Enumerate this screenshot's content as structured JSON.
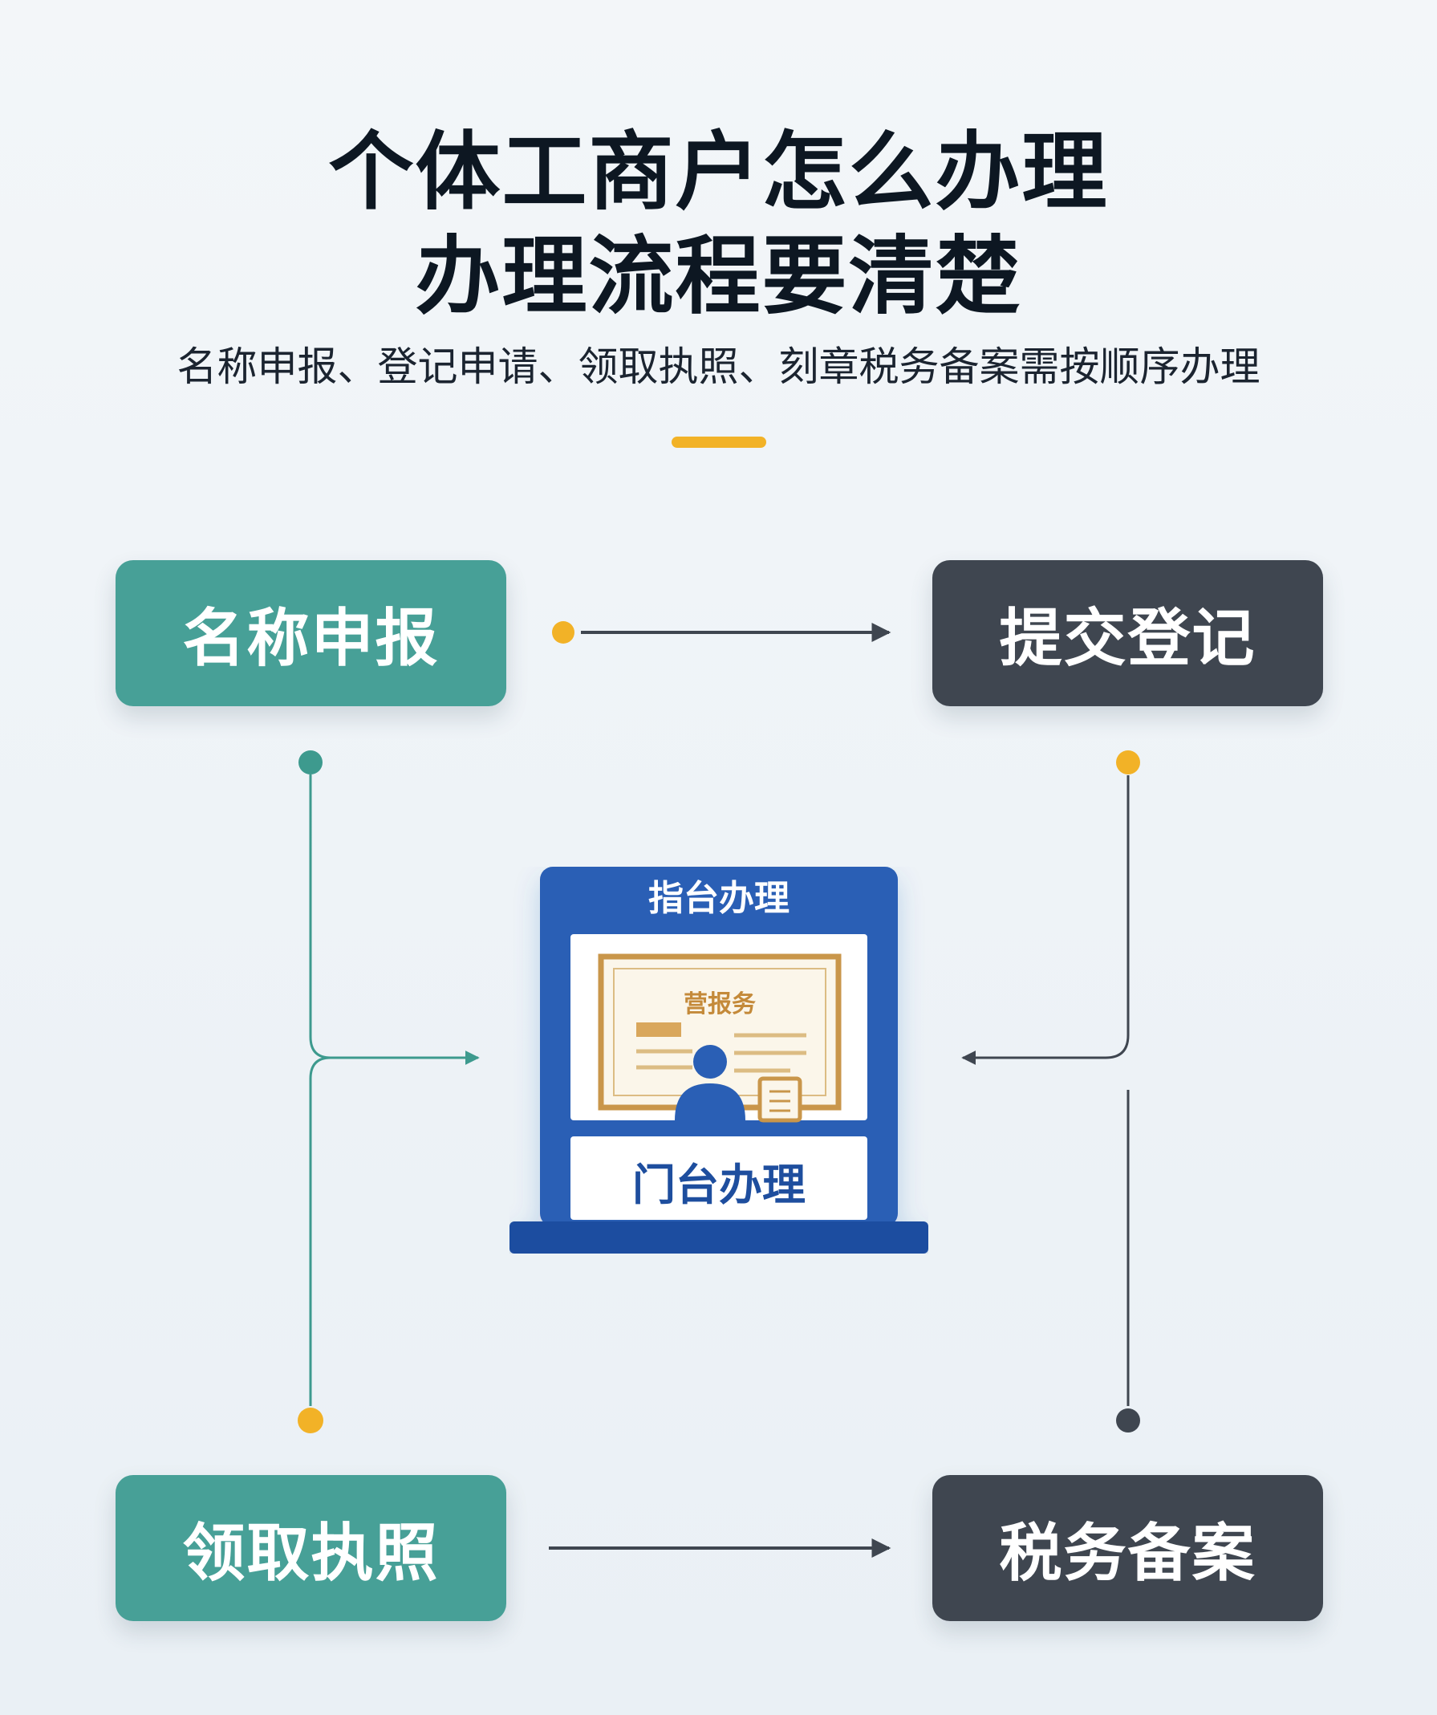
{
  "header": {
    "title_line_1": "个体工商户怎么办理",
    "title_line_2": "办理流程要清楚",
    "subtitle": "名称申报、登记申请、领取执照、刻章税务备案需按顺序办理"
  },
  "steps": {
    "name_report": "名称申报",
    "submit_registration": "提交登记",
    "collect_license": "领取执照",
    "tax_filing": "税务备案"
  },
  "counter": {
    "top_label": "指台办理",
    "certificate_heading": "营报务",
    "bottom_label": "门台办理"
  },
  "colors": {
    "teal": "#47a097",
    "dark": "#3f4650",
    "accent": "#f2b227",
    "counter_blue": "#2a5fb5",
    "certificate_gold": "#c9964a"
  }
}
